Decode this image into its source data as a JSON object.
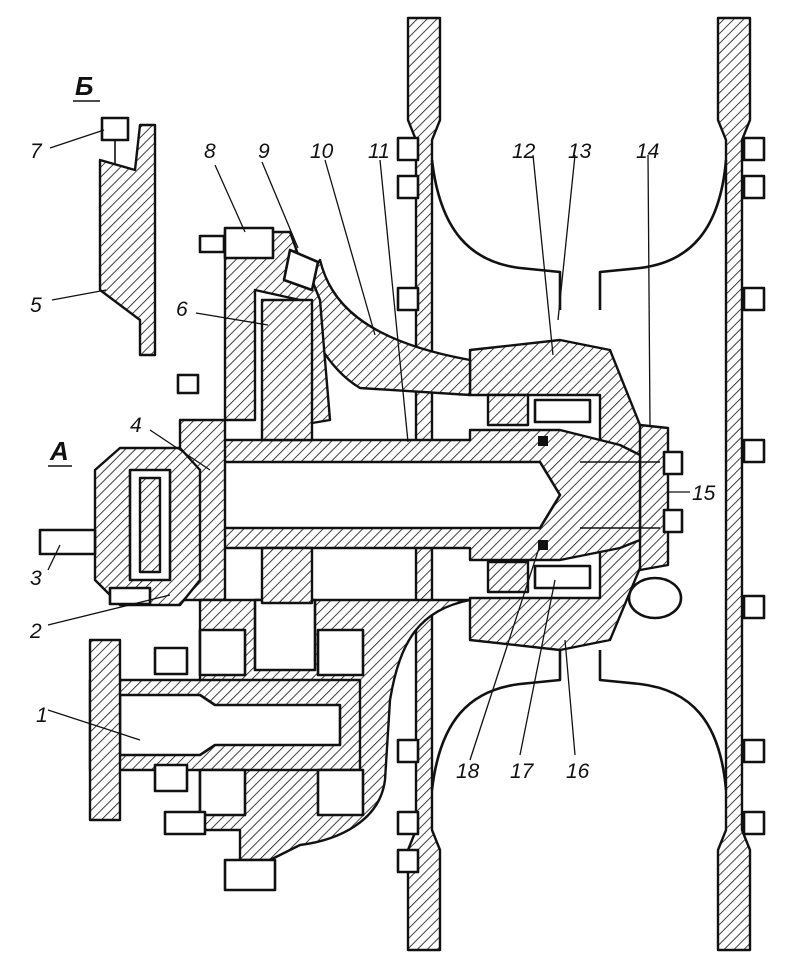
{
  "views": {
    "A": "А",
    "B": "Б"
  },
  "callouts": [
    "1",
    "2",
    "3",
    "4",
    "5",
    "6",
    "7",
    "8",
    "9",
    "10",
    "11",
    "12",
    "13",
    "14",
    "15",
    "16",
    "17",
    "18"
  ]
}
